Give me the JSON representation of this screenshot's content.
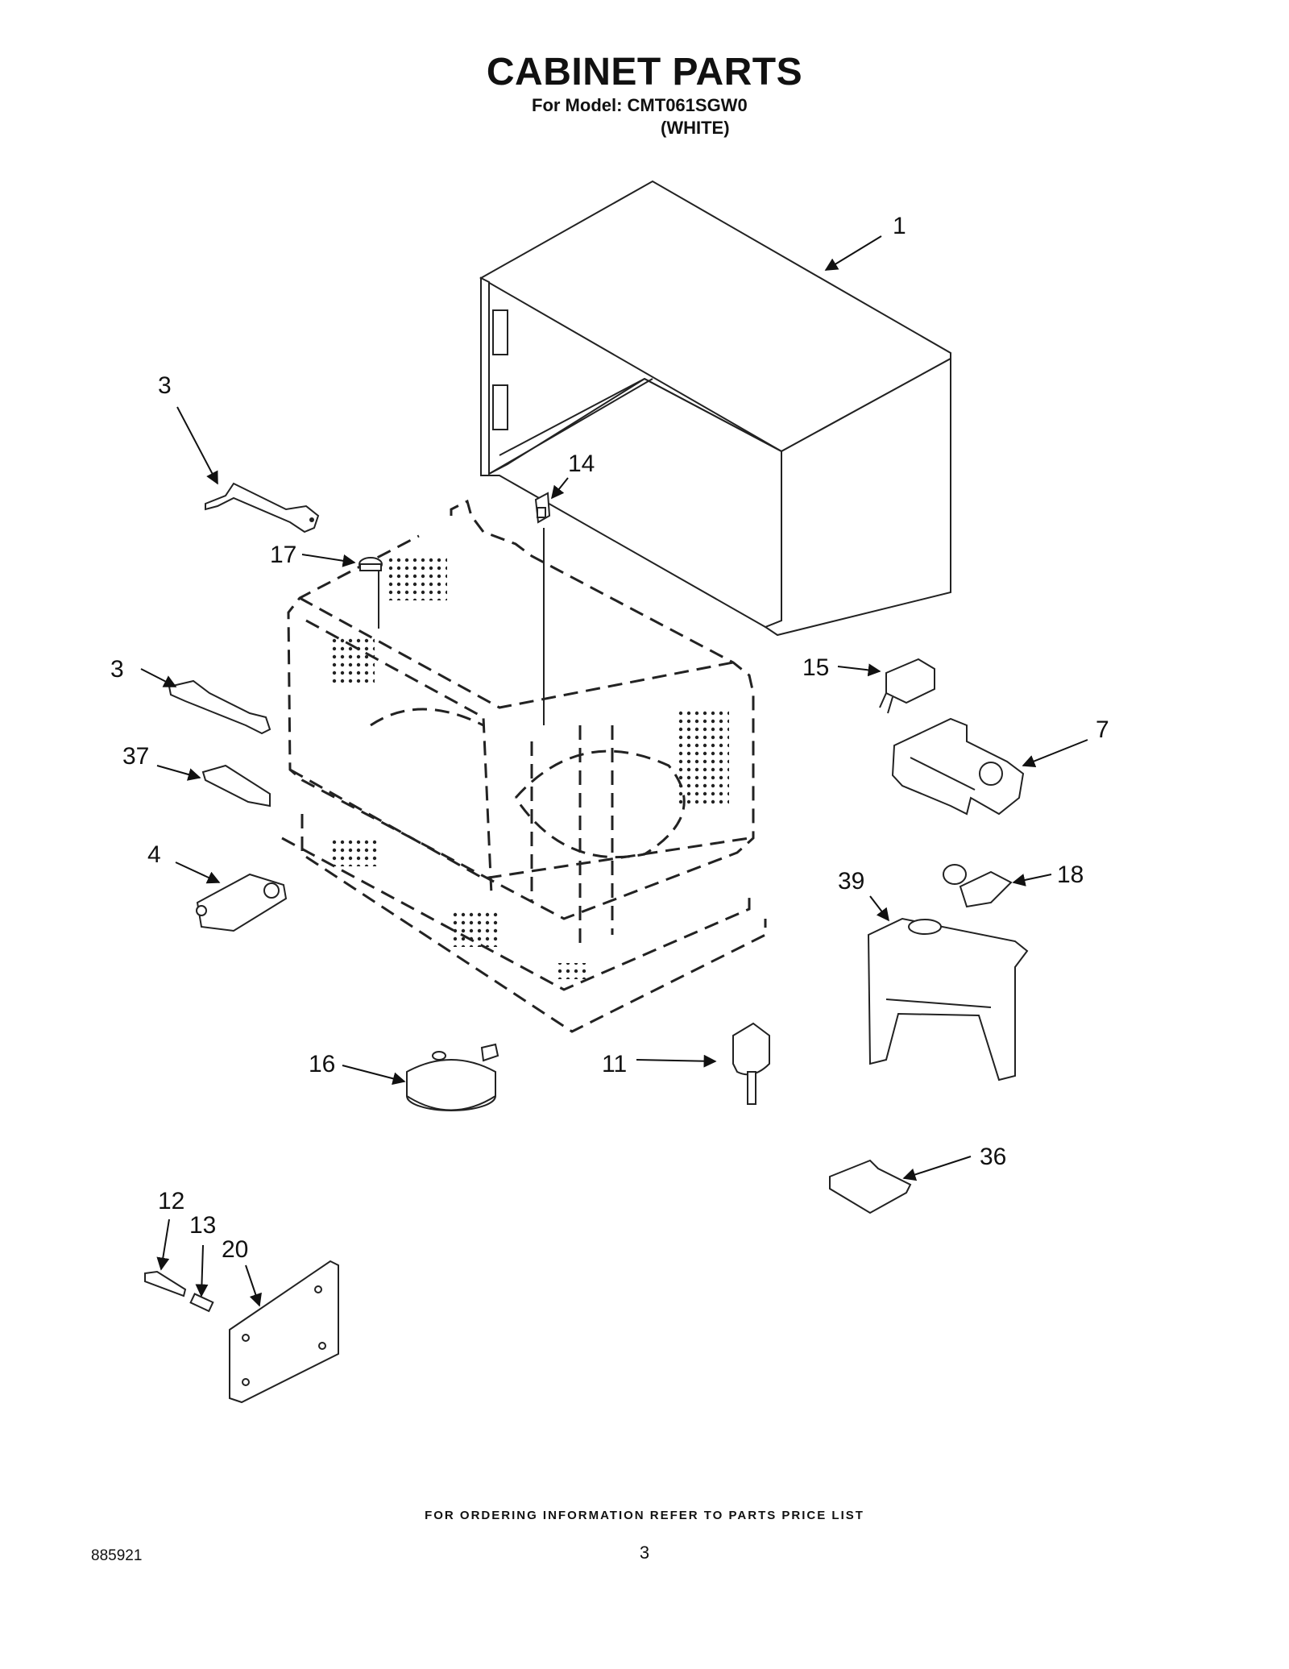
{
  "header": {
    "title": "CABINET PARTS",
    "model_line": "For Model: CMT061SGW0",
    "variant": "(WHITE)"
  },
  "callouts": [
    "1",
    "3",
    "14",
    "17",
    "3",
    "15",
    "7",
    "37",
    "4",
    "18",
    "39",
    "16",
    "11",
    "36",
    "12",
    "13",
    "20"
  ],
  "footer": {
    "ordering_note": "FOR ORDERING INFORMATION REFER TO PARTS PRICE LIST",
    "doc_number": "885921",
    "page_number": "3"
  }
}
